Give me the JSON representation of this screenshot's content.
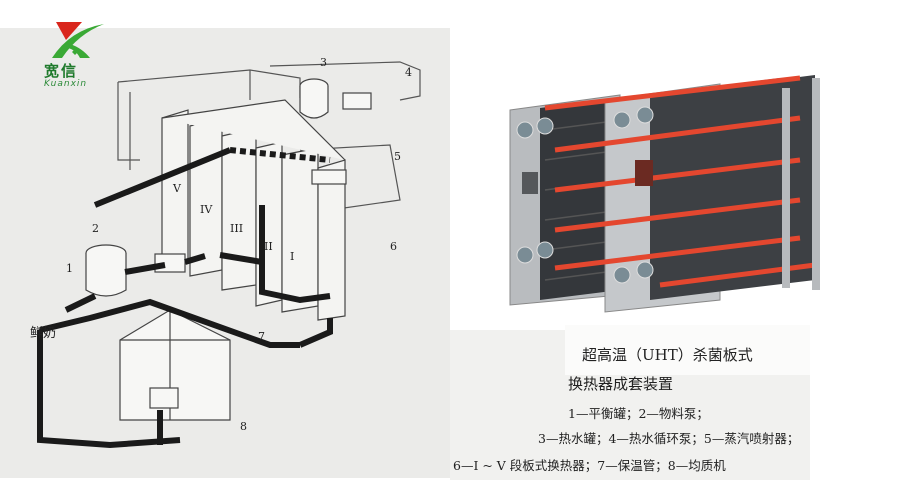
{
  "logo": {
    "name_cn": "宽信",
    "name_en": "Kuanxin",
    "colors": {
      "green": "#3aa935",
      "red": "#d9261c"
    }
  },
  "diagram": {
    "labels": {
      "n1": "1",
      "n2": "2",
      "n3": "3",
      "n4": "4",
      "n5": "5",
      "n6": "6",
      "n7": "7",
      "n8": "8",
      "s1": "I",
      "s2": "II",
      "s3": "III",
      "s4": "IV",
      "s5": "V",
      "milk": "鲜奶"
    }
  },
  "caption": {
    "title_line1": "超高温（UHT）杀菌板式",
    "title_line2": "换热器成套装置",
    "legend_line1": "1—平衡罐；2—物料泵；",
    "legend_line2": "3—热水罐；4—热水循环泵；5—蒸汽喷射器；",
    "legend_line3": "6—I ~ V 段板式换热器；7—保温管；8—均质机"
  }
}
